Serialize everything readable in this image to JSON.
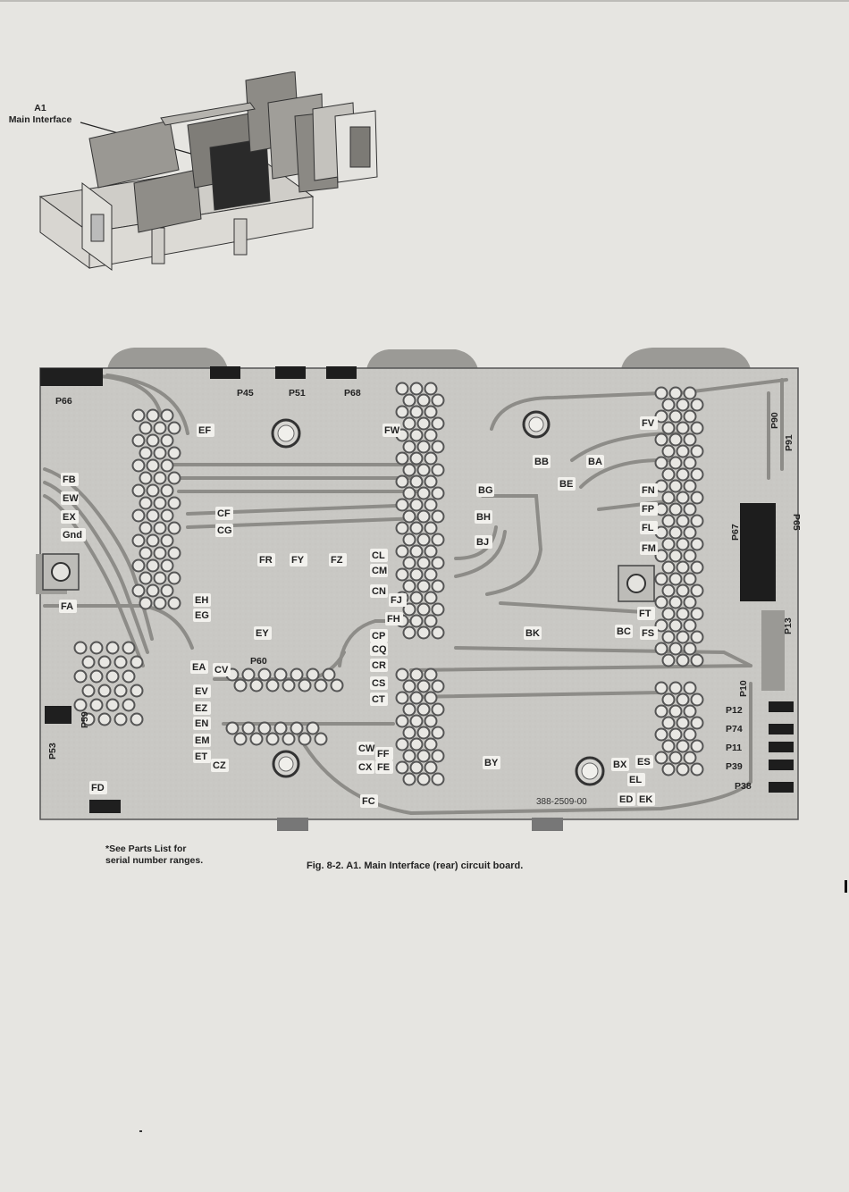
{
  "locator": {
    "label_line1": "A1",
    "label_line2": "Main Interface"
  },
  "board": {
    "part_number": "388-2509-00",
    "connectors": [
      "P45",
      "P51",
      "P68",
      "P66",
      "P65",
      "P67",
      "P90",
      "P91",
      "P13",
      "P10",
      "P12",
      "P74",
      "P11",
      "P39",
      "P38",
      "P60",
      "P53",
      "P59"
    ],
    "test_points": [
      "EF",
      "FW",
      "FV",
      "BB",
      "BA",
      "BE",
      "BG",
      "BH",
      "BJ",
      "FN",
      "FP",
      "FL",
      "FM",
      "FB",
      "EW",
      "EX",
      "Gnd",
      "CF",
      "CG",
      "FR",
      "FY",
      "FZ",
      "CL",
      "CM",
      "CN",
      "FJ",
      "FH",
      "FA",
      "EH",
      "EG",
      "EY",
      "CP",
      "CQ",
      "CR",
      "CS",
      "CT",
      "FT",
      "BK",
      "BC",
      "FS",
      "EA",
      "CV",
      "EV",
      "EZ",
      "EN",
      "EM",
      "ET",
      "CZ",
      "CW",
      "FF",
      "CX",
      "FE",
      "BY",
      "BX",
      "ES",
      "EL",
      "FD",
      "FC",
      "ED",
      "EK"
    ]
  },
  "footnote": {
    "line1": "*See Parts List for",
    "line2": "serial number ranges."
  },
  "caption": "Fig. 8-2.  A1. Main Interface (rear) circuit board."
}
